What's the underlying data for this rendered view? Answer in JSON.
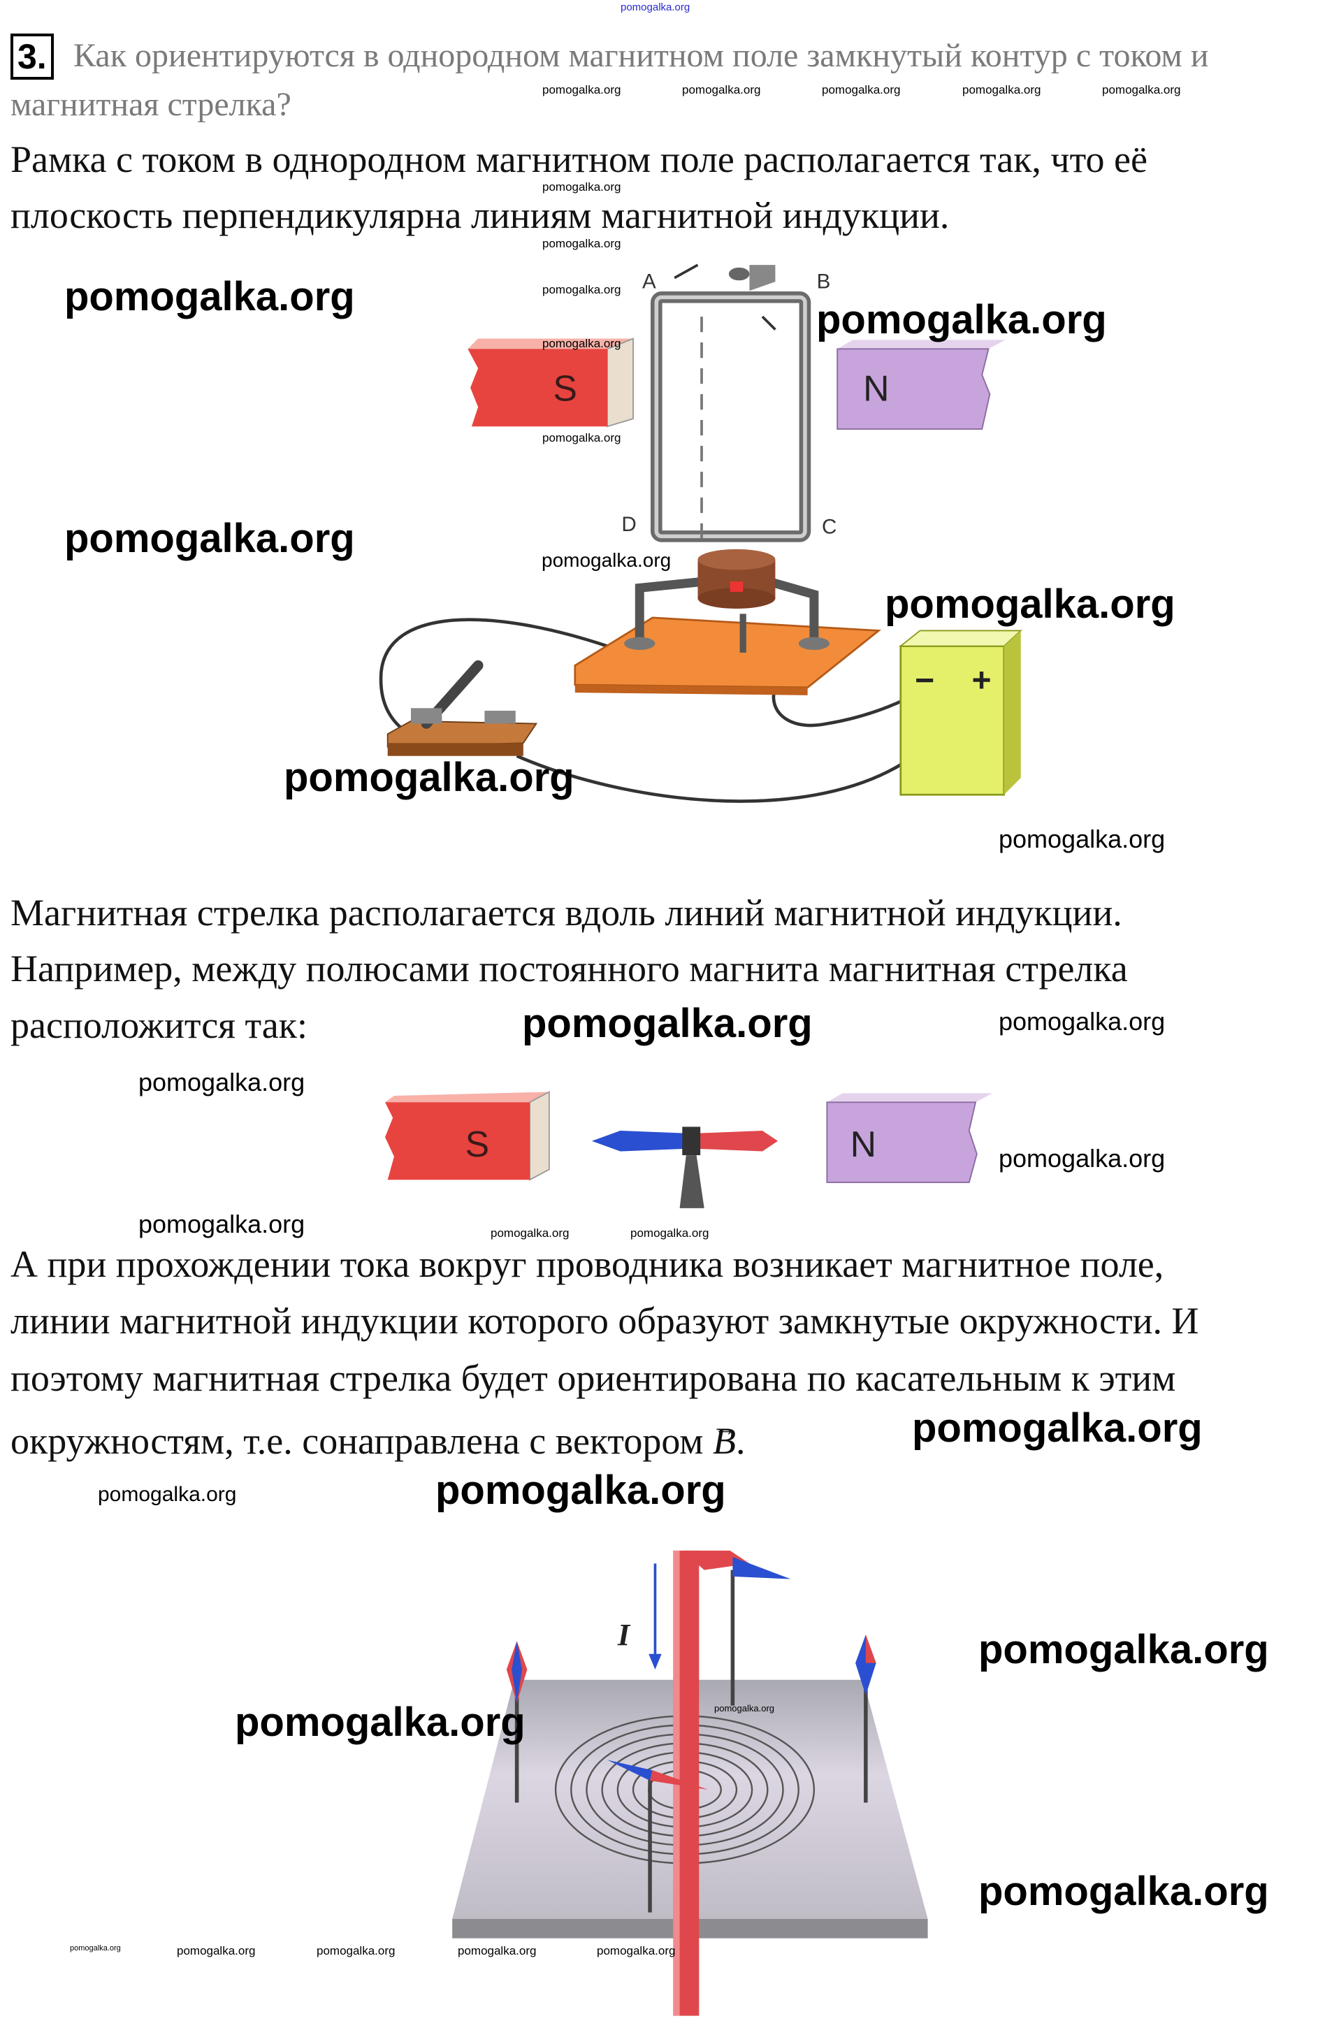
{
  "watermark": "pomogalka.org",
  "task": {
    "number": "3.",
    "question_lines": [
      "Как ориентируются в однородном магнитном поле замкнутый контур с током и",
      "магнитная стрелка?"
    ]
  },
  "answer": {
    "para1": [
      "Рамка с током в однородном магнитном поле располагается так, что её",
      "плоскость перпендикулярна линиям магнитной индукции."
    ],
    "para2": [
      "Магнитная стрелка располагается вдоль линий магнитной индукции.",
      "Например, между полюсами постоянного магнита магнитная стрелка",
      "расположится так:"
    ],
    "para3": [
      "А при прохождении тока вокруг проводника возникает магнитное поле,",
      "линии магнитной индукции которого образуют замкнутые окружности. И",
      "поэтому магнитная стрелка будет ориентирована по касательным к этим",
      "окружностям, т.е. сонаправлена с вектором "
    ],
    "vector_symbol": "B",
    "para3_end": "."
  },
  "figure1": {
    "pole_s": "S",
    "pole_n": "N",
    "labels": [
      "A",
      "B",
      "C",
      "D"
    ],
    "battery_minus": "−",
    "battery_plus": "+"
  },
  "figure2": {
    "pole_s": "S",
    "pole_n": "N"
  },
  "figure3": {
    "current_label": "I"
  },
  "colors": {
    "magnet_s": "#e8443f",
    "magnet_n": "#c7a4dc",
    "base": "#f28c3a",
    "battery": "#e4f06a",
    "rod": "#e0474c",
    "needle_blue": "#2a4fd0"
  }
}
